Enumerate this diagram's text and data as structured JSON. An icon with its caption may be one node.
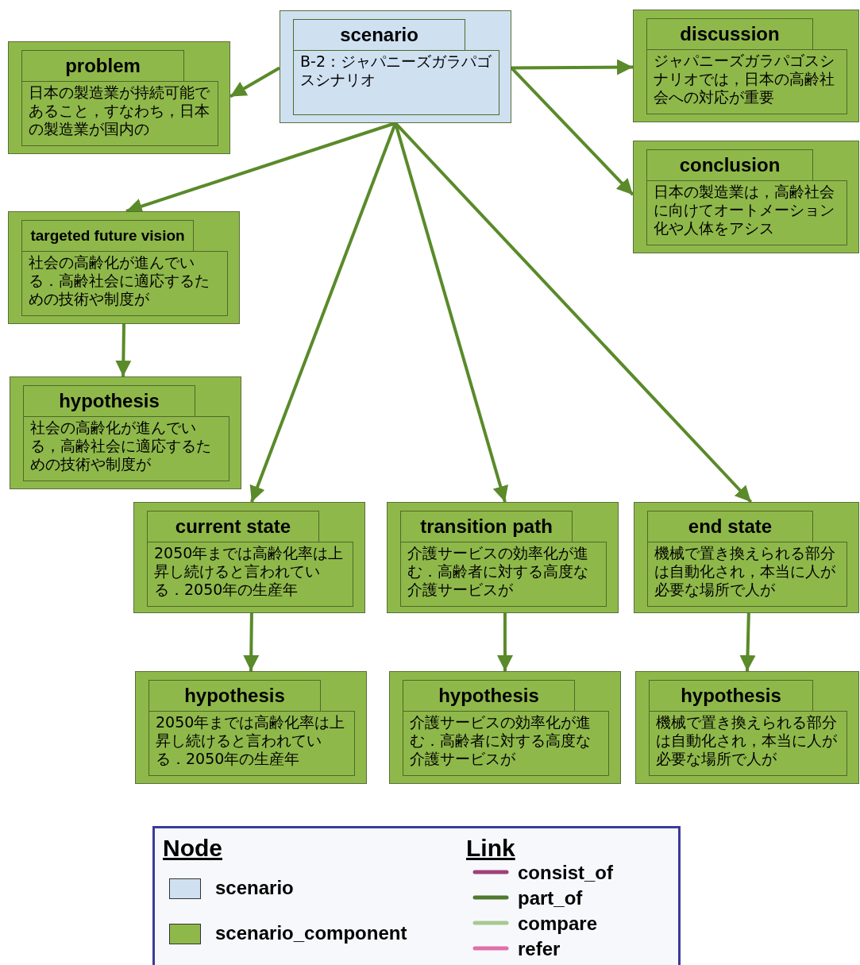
{
  "diagram": {
    "nodes": [
      {
        "text": [
          "scenario",
          "B-2：ジャパニーズガラパゴスシナリオ"
        ]
      },
      {
        "text": [
          "problem",
          "日本の製造業が持続可能であること，すなわち，日本の製造業が国内の"
        ]
      },
      {
        "text": [
          "discussion",
          "ジャパニーズガラパゴスシナリオでは，日本の高齢社会への対応が重要"
        ]
      },
      {
        "text": [
          "conclusion",
          "日本の製造業は，高齢社会に向けてオートメーション化や人体をアシス"
        ]
      },
      {
        "text": [
          "targeted future vision",
          "社会の高齢化が進んでいる．高齢社会に適応するための技術や制度が"
        ]
      },
      {
        "text": [
          "hypothesis",
          "社会の高齢化が進んでいる，高齢社会に適応するための技術や制度が"
        ]
      },
      {
        "text": [
          "current state",
          "2050年までは高齢化率は上昇し続けると言われている．2050年の生産年"
        ]
      },
      {
        "text": [
          "transition path",
          "介護サービスの効率化が進む．高齢者に対する高度な介護サービスが"
        ]
      },
      {
        "text": [
          "end state",
          "機械で置き換えられる部分は自動化され，本当に人が必要な場所で人が"
        ]
      },
      {
        "text": [
          "hypothesis",
          "2050年までは高齢化率は上昇し続けると言われている．2050年の生産年"
        ]
      },
      {
        "text": [
          "hypothesis",
          "介護サービスの効率化が進む．高齢者に対する高度な介護サービスが"
        ]
      },
      {
        "text": [
          "hypothesis",
          "機械で置き換えられる部分は自動化され，本当に人が必要な場所で人が"
        ]
      }
    ],
    "edges": [
      {
        "from": 0,
        "to": 1,
        "arrow": "to"
      },
      {
        "from": 0,
        "to": 2,
        "arrow": "to"
      },
      {
        "from": 0,
        "to": 3,
        "arrow": "to"
      },
      {
        "from": 0,
        "to": 4,
        "arrow": "to"
      },
      {
        "from": 4,
        "to": 5,
        "arrow": "to"
      },
      {
        "from": 0,
        "to": 6,
        "arrow": "to"
      },
      {
        "from": 0,
        "to": 7,
        "arrow": "to"
      },
      {
        "from": 0,
        "to": 8,
        "arrow": "to"
      },
      {
        "from": 6,
        "to": 9,
        "arrow": "to"
      },
      {
        "from": 7,
        "to": 10,
        "arrow": "to"
      },
      {
        "from": 8,
        "to": 11,
        "arrow": "to"
      }
    ],
    "labels": [
      "Node",
      "Link"
    ],
    "legend": [
      {
        "text": "scenario",
        "color": "#cfe0f1"
      },
      {
        "text": "scenario_component",
        "color": "#8fb84a"
      },
      {
        "text": "consist_of"
      },
      {
        "text": "part_of"
      },
      {
        "text": "compare"
      },
      {
        "text": "refer"
      }
    ]
  }
}
